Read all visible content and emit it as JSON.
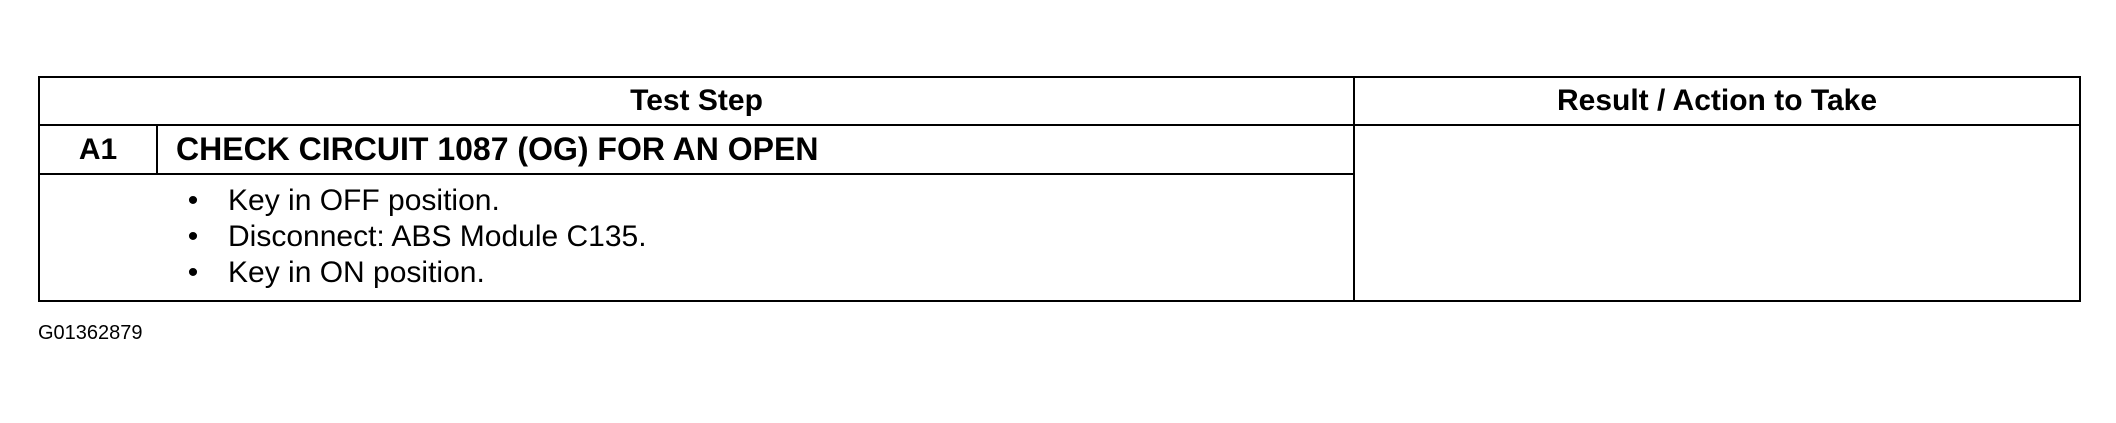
{
  "table": {
    "header": {
      "test_step": "Test Step",
      "result_action": "Result / Action to Take"
    },
    "step": {
      "id": "A1",
      "title": "CHECK CIRCUIT 1087 (OG) FOR AN OPEN",
      "bullet_glyph": "•",
      "items": [
        "Key in OFF position.",
        "Disconnect: ABS Module C135.",
        "Key in ON position."
      ]
    }
  },
  "figure_id": "G01362879"
}
